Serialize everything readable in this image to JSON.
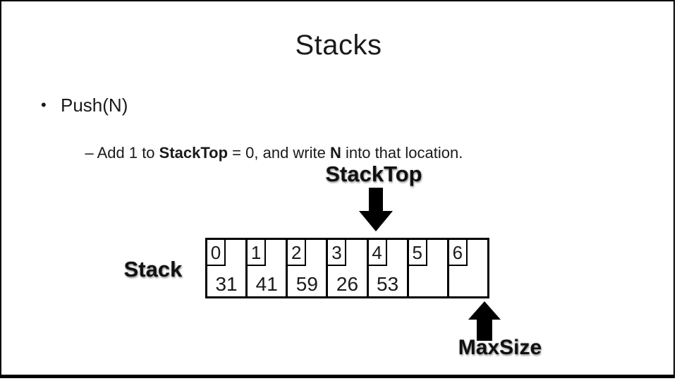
{
  "slide": {
    "title": "Stacks",
    "bullet": {
      "marker": "•",
      "text": "Push(N)"
    },
    "sub_bullet": {
      "marker": "– ",
      "part1": "Add 1 to ",
      "bold1": "StackTop",
      "part2": " = 0, and write ",
      "bold2": "N",
      "part3": " into that location."
    }
  },
  "diagram": {
    "stack_top_label": "StackTop",
    "stack_label": "Stack",
    "max_size_label": "MaxSize",
    "stack_top_points_to_index": 4,
    "cells": [
      {
        "index": "0",
        "value": "31"
      },
      {
        "index": "1",
        "value": "41"
      },
      {
        "index": "2",
        "value": "59"
      },
      {
        "index": "3",
        "value": "26"
      },
      {
        "index": "4",
        "value": "53"
      },
      {
        "index": "5",
        "value": ""
      },
      {
        "index": "6",
        "value": ""
      }
    ],
    "colors": {
      "ink": "#000000",
      "background": "#ffffff",
      "label_shadow": "#8a8a8a"
    }
  }
}
